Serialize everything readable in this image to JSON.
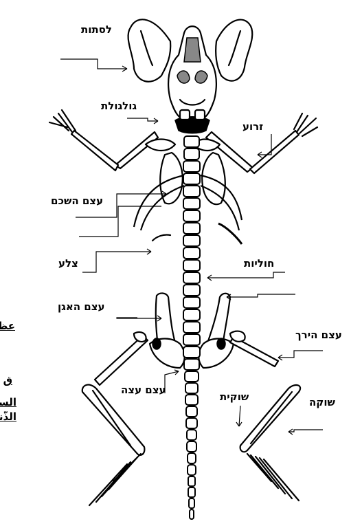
{
  "labels": {
    "ears": "לסתות",
    "skull": "גולגולת",
    "arm": "זרוע",
    "scapula": "עצם השכם",
    "rib": "צלע",
    "vertebrae": "חוליות",
    "pelvis": "עצם האגן",
    "femur": "עצם הירך",
    "coccyx": "עצם עצה",
    "fibula": "שוקית",
    "tibia": "שוקה"
  },
  "cut_text": {
    "line1": "عظ",
    "line2": "ق",
    "line3": "الساق",
    "line4": "الذّنب"
  }
}
